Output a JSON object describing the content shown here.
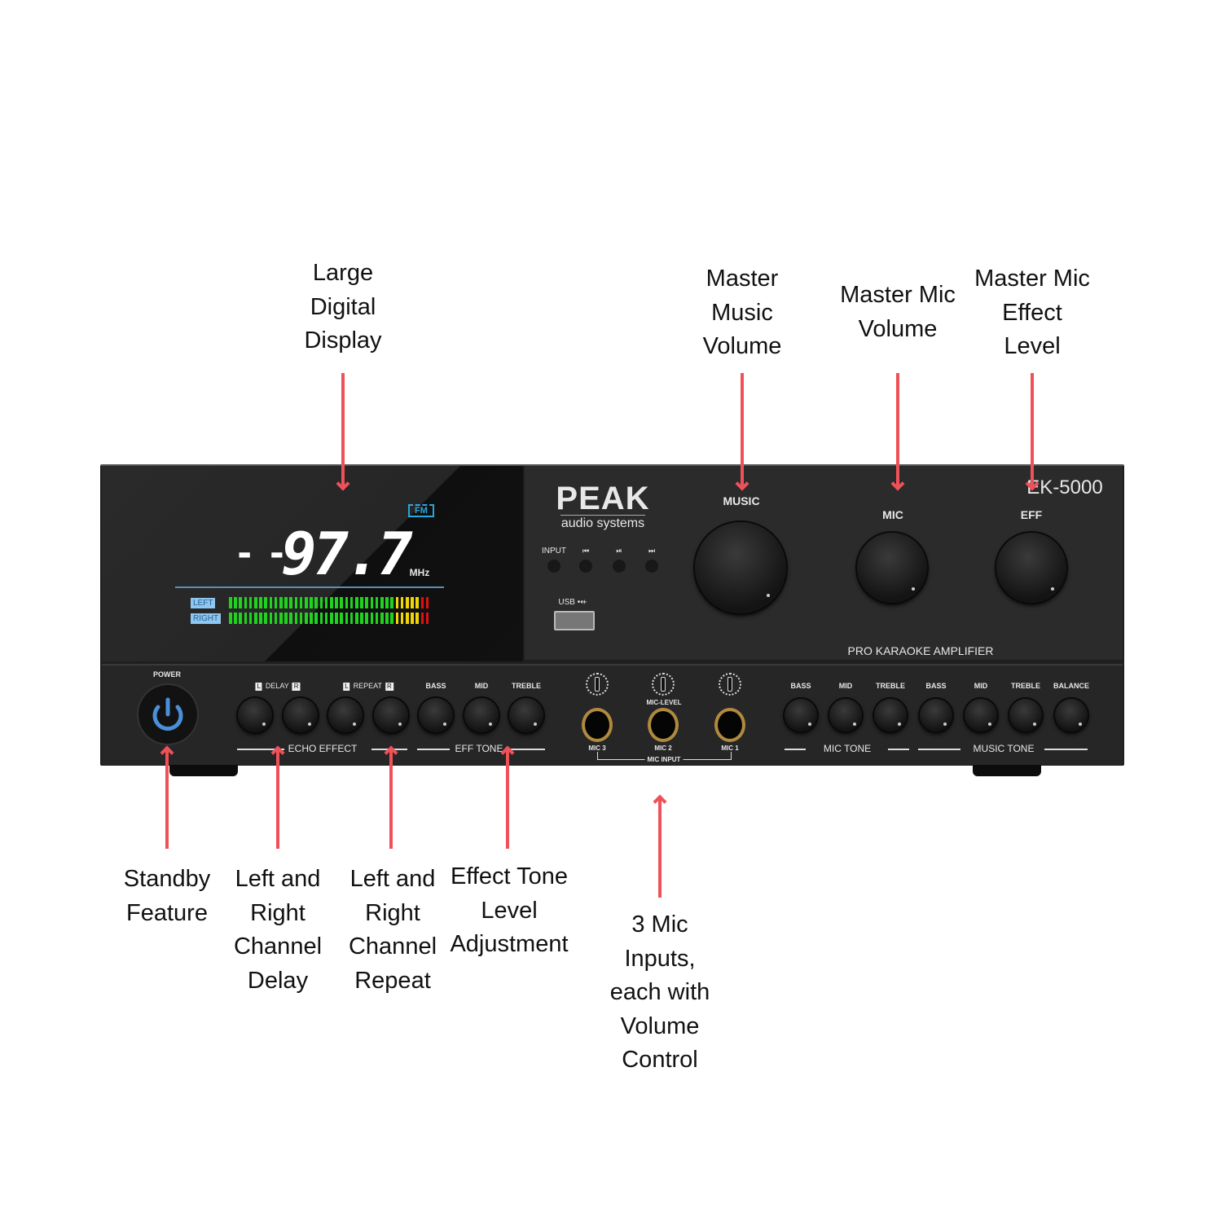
{
  "annotations_top": [
    {
      "lines": [
        "Large",
        "Digital",
        "Display"
      ]
    },
    {
      "lines": [
        "Master",
        "Music",
        "Volume"
      ]
    },
    {
      "lines": [
        "Master Mic",
        "Volume"
      ]
    },
    {
      "lines": [
        "Master Mic",
        "Effect",
        "Level"
      ]
    }
  ],
  "annotations_bottom": [
    {
      "lines": [
        "Standby",
        "Feature"
      ]
    },
    {
      "lines": [
        "Left and",
        "Right",
        "Channel",
        "Delay"
      ]
    },
    {
      "lines": [
        "Left and",
        "Right",
        "Channel",
        "Repeat"
      ]
    },
    {
      "lines": [
        "Effect Tone",
        "Level",
        "Adjustment"
      ]
    },
    {
      "lines": [
        "3 Mic",
        "Inputs,",
        "each with",
        "Volume",
        "Control"
      ]
    }
  ],
  "colors": {
    "arrow": "#ef5159",
    "chassis": "#1f1f1f",
    "power_ring": "#4a90d9",
    "display_accent": "#29a9e0"
  },
  "display": {
    "prefix": "- -",
    "frequency": "97.7",
    "unit": "MHz",
    "band": "FM",
    "left": "LEFT",
    "right": "RIGHT"
  },
  "brand": {
    "logo": "PEAK",
    "sub": "audio systems",
    "model": "EK-5000",
    "tagline": "PRO KARAOKE AMPLIFIER"
  },
  "transport": {
    "input": "INPUT",
    "prev": "⏮",
    "play": "⏯",
    "next": "⏭",
    "usb": "USB •⇷"
  },
  "main_knobs": {
    "music": "MUSIC",
    "mic": "MIC",
    "eff": "EFF"
  },
  "lower": {
    "power": "POWER",
    "l": "L",
    "r": "R",
    "delay": "DELAY",
    "repeat": "REPEAT",
    "eff_knobs": [
      "BASS",
      "MID",
      "TREBLE"
    ],
    "echo_effect": "ECHO EFFECT",
    "eff_tone": "EFF TONE",
    "mic_level": "MIC-LEVEL",
    "mics": [
      "MIC 3",
      "MIC 2",
      "MIC 1"
    ],
    "mic_input": "MIC INPUT",
    "tone_knobs": [
      "BASS",
      "MID",
      "TREBLE",
      "BASS",
      "MID",
      "TREBLE",
      "BALANCE"
    ],
    "mic_tone": "MIC TONE",
    "music_tone": "MUSIC TONE"
  }
}
